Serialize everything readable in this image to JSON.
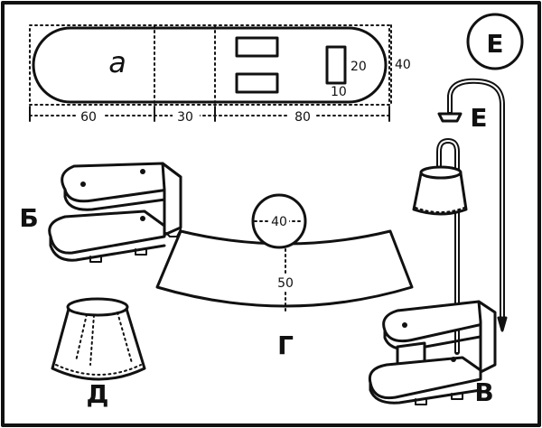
{
  "pattern": {
    "label_a": "а",
    "dim_60": "60",
    "dim_30": "30",
    "dim_80": "80",
    "dim_40": "40",
    "dim_20": "20",
    "dim_10": "10"
  },
  "shade": {
    "dim_40": "40",
    "dim_50": "50"
  },
  "labels": {
    "b": "Б",
    "v": "В",
    "g": "Г",
    "d": "Д",
    "e": "Е",
    "e_circle": "Е"
  }
}
